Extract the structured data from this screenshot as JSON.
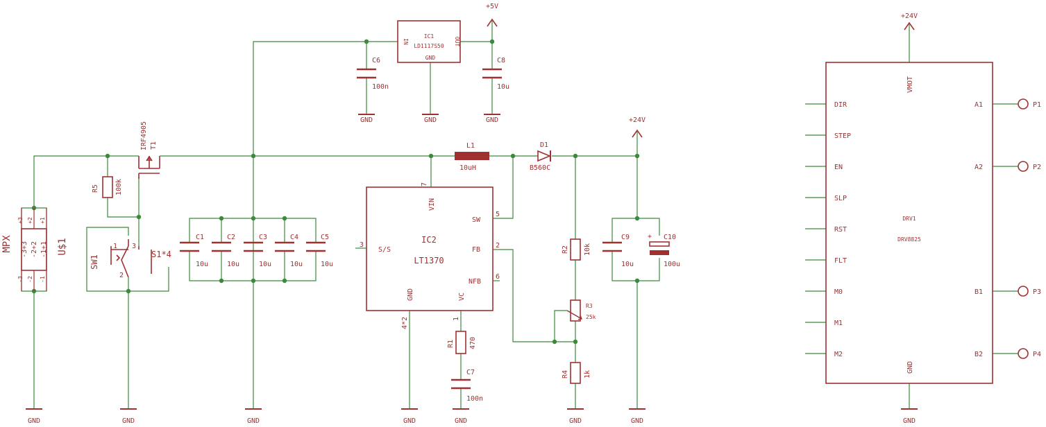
{
  "colors": {
    "wire": "#3a8a3a",
    "part": "#a03030",
    "junction": "#3a8a3a",
    "background": "#ffffff"
  },
  "power": {
    "p5v": "+5V",
    "p24v_left": "+24V",
    "p24v_right": "+24V",
    "gnd": "GND"
  },
  "parts": {
    "ic1": {
      "name": "IC1",
      "value": "LD1117S50",
      "in": "IN",
      "out": "OUT",
      "gnd": "GND"
    },
    "c6": {
      "name": "C6",
      "value": "100n"
    },
    "c8": {
      "name": "C8",
      "value": "10u"
    },
    "t1": {
      "name": "T1",
      "value": "IRF4905"
    },
    "r5": {
      "name": "R5",
      "value": "100k"
    },
    "usb": {
      "name": "U$1",
      "value": "MPX",
      "pins_left": [
        "-3+3",
        "-2+2",
        "-1+1"
      ],
      "top_pins": [
        "+3",
        "+2",
        "+1"
      ],
      "bottom_pins": [
        "-3",
        "-2",
        "-1"
      ]
    },
    "sw1": {
      "name": "SW1",
      "pin1": "1",
      "pin2": "2",
      "pin3": "3"
    },
    "s1": {
      "name": "S1*4"
    },
    "c1": {
      "name": "C1",
      "value": "10u"
    },
    "c2": {
      "name": "C2",
      "value": "10u"
    },
    "c3": {
      "name": "C3",
      "value": "10u"
    },
    "c4": {
      "name": "C4",
      "value": "10u"
    },
    "c5": {
      "name": "C5",
      "value": "10u"
    },
    "l1": {
      "name": "L1",
      "value": "10uH"
    },
    "d1": {
      "name": "D1",
      "value": "B560C"
    },
    "ic2": {
      "name": "IC2",
      "value": "LT1370",
      "vin": "VIN",
      "sw": "SW",
      "ss": "S/S",
      "fb": "FB",
      "nfb": "NFB",
      "gnd": "GND",
      "vc": "VC",
      "pin7": "7",
      "pin5": "5",
      "pin3": "3",
      "pin2": "2",
      "pin6": "6",
      "pin1": "1",
      "pin4x2": "4*2"
    },
    "r1": {
      "name": "R1",
      "value": "470"
    },
    "c7": {
      "name": "C7",
      "value": "100n"
    },
    "r2": {
      "name": "R2",
      "value": "10k"
    },
    "r3": {
      "name": "R3",
      "value": "25k"
    },
    "r4": {
      "name": "R4",
      "value": "1k"
    },
    "c9": {
      "name": "C9",
      "value": "10u"
    },
    "c10": {
      "name": "C10",
      "value": "100u",
      "polarity": "+"
    },
    "drv1": {
      "name": "DRV1",
      "value": "DRV8825",
      "vmot": "VMOT",
      "gnd": "GND",
      "left_pins": [
        "DIR",
        "STEP",
        "EN",
        "SLP",
        "RST",
        "FLT",
        "M0",
        "M1",
        "M2"
      ],
      "right_pins": [
        "A1",
        "A2",
        "B1",
        "B2"
      ]
    },
    "pads": [
      "P1",
      "P2",
      "P3",
      "P4"
    ]
  }
}
